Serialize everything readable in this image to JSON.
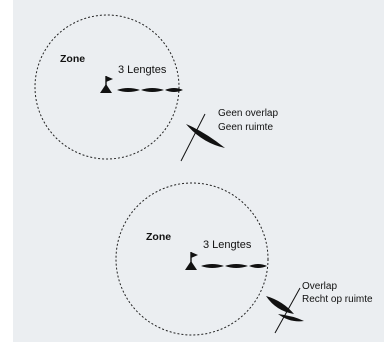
{
  "colors": {
    "background": "#ebeef1",
    "circle_stroke": "#222222",
    "boat_fill": "#111111",
    "text": "#111111"
  },
  "diagram": {
    "top": {
      "zone_label": "Zone",
      "length_label": "3 Lengtes",
      "status_line1": "Geen overlap",
      "status_line2": "Geen ruimte"
    },
    "bottom": {
      "zone_label": "Zone",
      "length_label": "3 Lengtes",
      "status_line1": "Overlap",
      "status_line2": "Recht op ruimte"
    }
  }
}
